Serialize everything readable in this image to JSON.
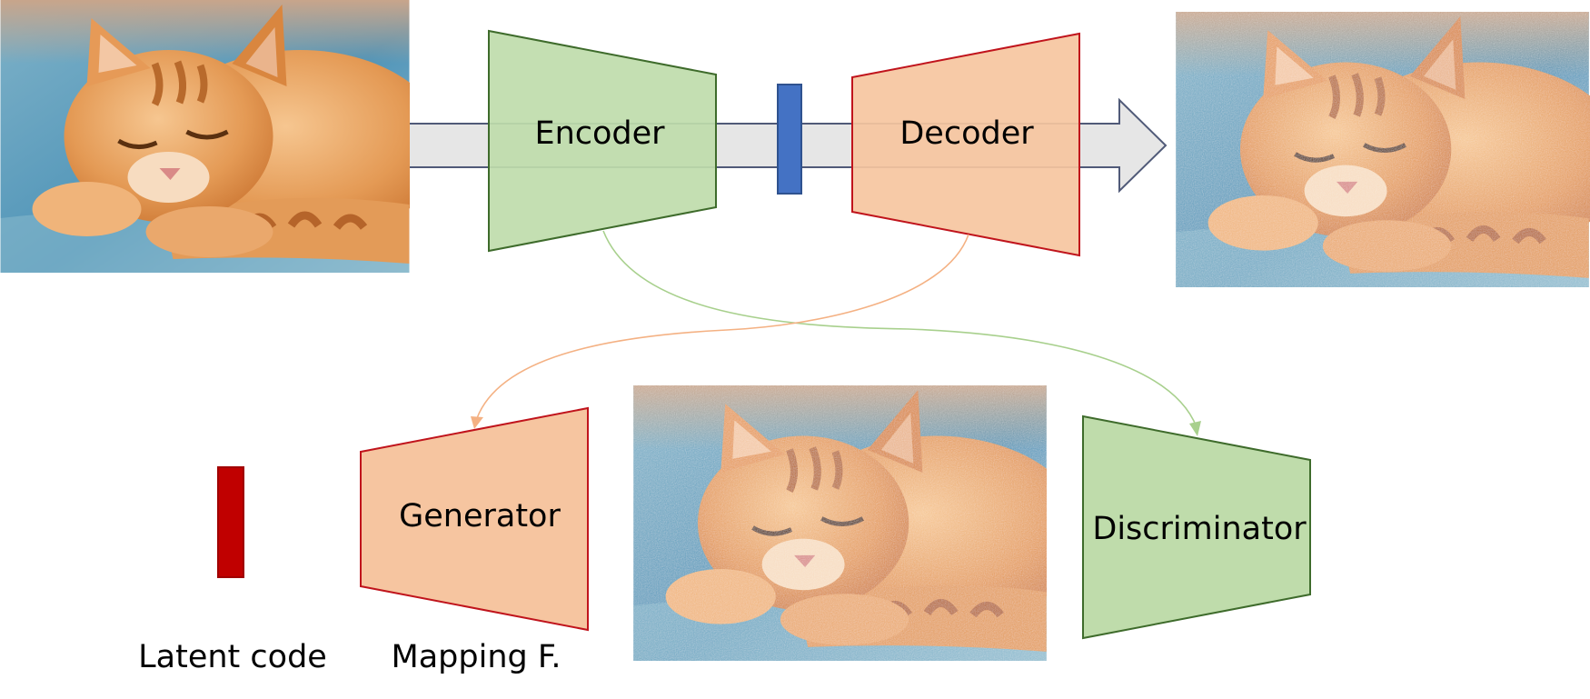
{
  "labels": {
    "encoder": "Encoder",
    "decoder": "Decoder",
    "generator": "Generator",
    "discriminator": "Discriminator",
    "latent_code": "Latent code",
    "mapping": "Mapping F."
  },
  "images": {
    "input": "cat-photo-clean",
    "reconstruction": "cat-photo-noisy",
    "generated": "cat-photo-noisy"
  },
  "colors": {
    "green_fill": "#bfdcab",
    "green_stroke": "#3e6b2b",
    "orange_fill": "#f6c5a0",
    "orange_stroke": "#c0141c",
    "bottleneck": "#4472c4",
    "latent": "#c00000",
    "arrow_fill": "#e6e6e6",
    "arrow_stroke": "#505a78",
    "curve_green": "#a8d08d",
    "curve_orange": "#f4b183"
  }
}
